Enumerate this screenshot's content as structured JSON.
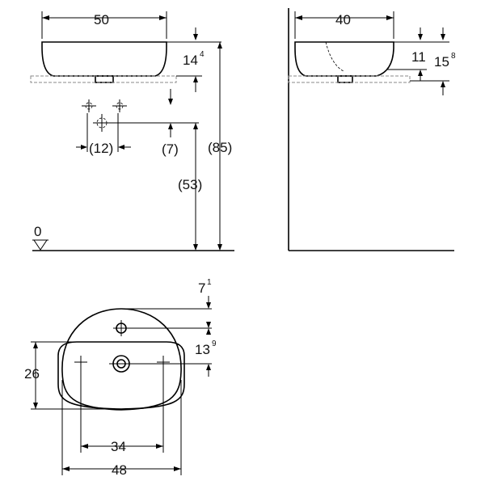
{
  "front_view": {
    "width": "50",
    "height_14_base": "14",
    "height_14_sup": "4",
    "spacing_12": "(12)",
    "offset_7": "(7)",
    "height_53": "(53)",
    "height_85": "(85)",
    "floor_level": "0"
  },
  "side_view": {
    "depth": "40",
    "height_11": "11",
    "height_15_base": "15",
    "height_15_sup": "8"
  },
  "top_view": {
    "offset_7_base": "7",
    "offset_7_sup": "1",
    "offset_13_base": "13",
    "offset_13_sup": "9",
    "depth_26": "26",
    "bolt_spacing_34": "34",
    "width_48": "48"
  }
}
